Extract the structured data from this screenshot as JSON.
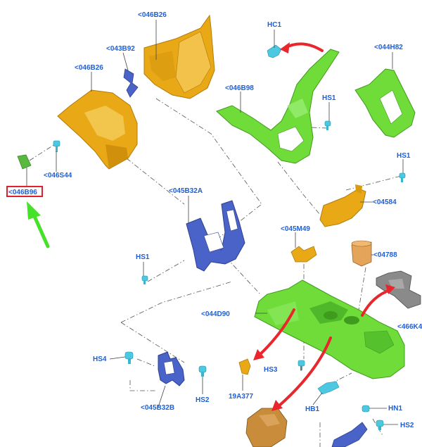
{
  "diagram": {
    "parts": [
      {
        "key": "p046B26_top",
        "label": "<046B26"
      },
      {
        "key": "p043B92",
        "label": "<043B92"
      },
      {
        "key": "p046B26_left",
        "label": "<046B26"
      },
      {
        "key": "p046S44",
        "label": "<046S44"
      },
      {
        "key": "p046B96",
        "label": "<046B96",
        "highlighted": true
      },
      {
        "key": "pHC1",
        "label": "HC1"
      },
      {
        "key": "p044H82",
        "label": "<044H82"
      },
      {
        "key": "p046B98",
        "label": "<046B98"
      },
      {
        "key": "pHS1_a",
        "label": "HS1"
      },
      {
        "key": "pHS1_b",
        "label": "HS1"
      },
      {
        "key": "p04584",
        "label": "<04584"
      },
      {
        "key": "p045B32A",
        "label": "<045B32A"
      },
      {
        "key": "p045M49",
        "label": "<045M49"
      },
      {
        "key": "p04788",
        "label": "<04788"
      },
      {
        "key": "pHS1_c",
        "label": "HS1"
      },
      {
        "key": "p044D90",
        "label": "<044D90"
      },
      {
        "key": "p466K",
        "label": "<466K4"
      },
      {
        "key": "pHS4",
        "label": "HS4"
      },
      {
        "key": "pHS3",
        "label": "HS3"
      },
      {
        "key": "p19A377",
        "label": "19A377"
      },
      {
        "key": "p045B32B",
        "label": "<045B32B"
      },
      {
        "key": "pHS2_a",
        "label": "HS2"
      },
      {
        "key": "pHB1",
        "label": "HB1"
      },
      {
        "key": "pHN1",
        "label": "HN1"
      },
      {
        "key": "pHS2_b",
        "label": "HS2"
      }
    ],
    "colors": {
      "callout_text": "#1e5fd6",
      "gold_part": "#e9a917",
      "green_part": "#6fdc3a",
      "blue_part": "#4a63c9",
      "gray_part": "#8a8a8a",
      "brown_part": "#c98c3a",
      "fastener": "#4cc9e0",
      "highlight_box": "#e0202a",
      "red_arrow": "#e8262b",
      "green_arrow": "#46e22a"
    },
    "icons": [
      "green-pointer-arrow",
      "red-motion-arrow"
    ]
  }
}
